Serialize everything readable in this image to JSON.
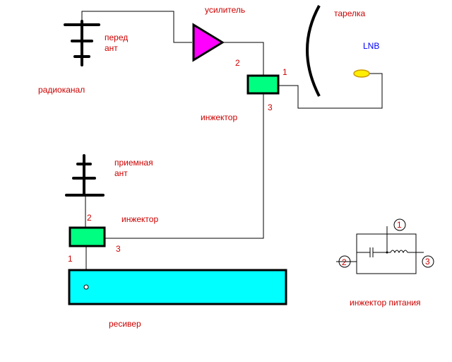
{
  "labels": {
    "amplifier": "усилитель",
    "dish": "тарелка",
    "lnb": "LNB",
    "tx_ant_line1": "перед",
    "tx_ant_line2": "ант",
    "radio_channel": "радиоканал",
    "injector_top": "инжектор",
    "rx_ant_line1": "приемная",
    "rx_ant_line2": "ант",
    "injector_bottom": "инжектор",
    "receiver": "ресивер",
    "power_injector": "инжектор питания"
  },
  "ports": {
    "top_injector": {
      "p1": "1",
      "p2": "2",
      "p3": "3"
    },
    "bottom_injector": {
      "p1": "1",
      "p2": "2",
      "p3": "3"
    },
    "power_injector": {
      "p1": "1",
      "p2": "2",
      "p3": "3"
    }
  },
  "colors": {
    "label_red": "#cc0000",
    "lnb_blue": "#0000ff",
    "amplifier_fill": "#ff00ff",
    "injector_fill": "#00ff80",
    "lnb_fill": "#ffee00",
    "receiver_fill": "#00ffff",
    "line": "#000000"
  }
}
